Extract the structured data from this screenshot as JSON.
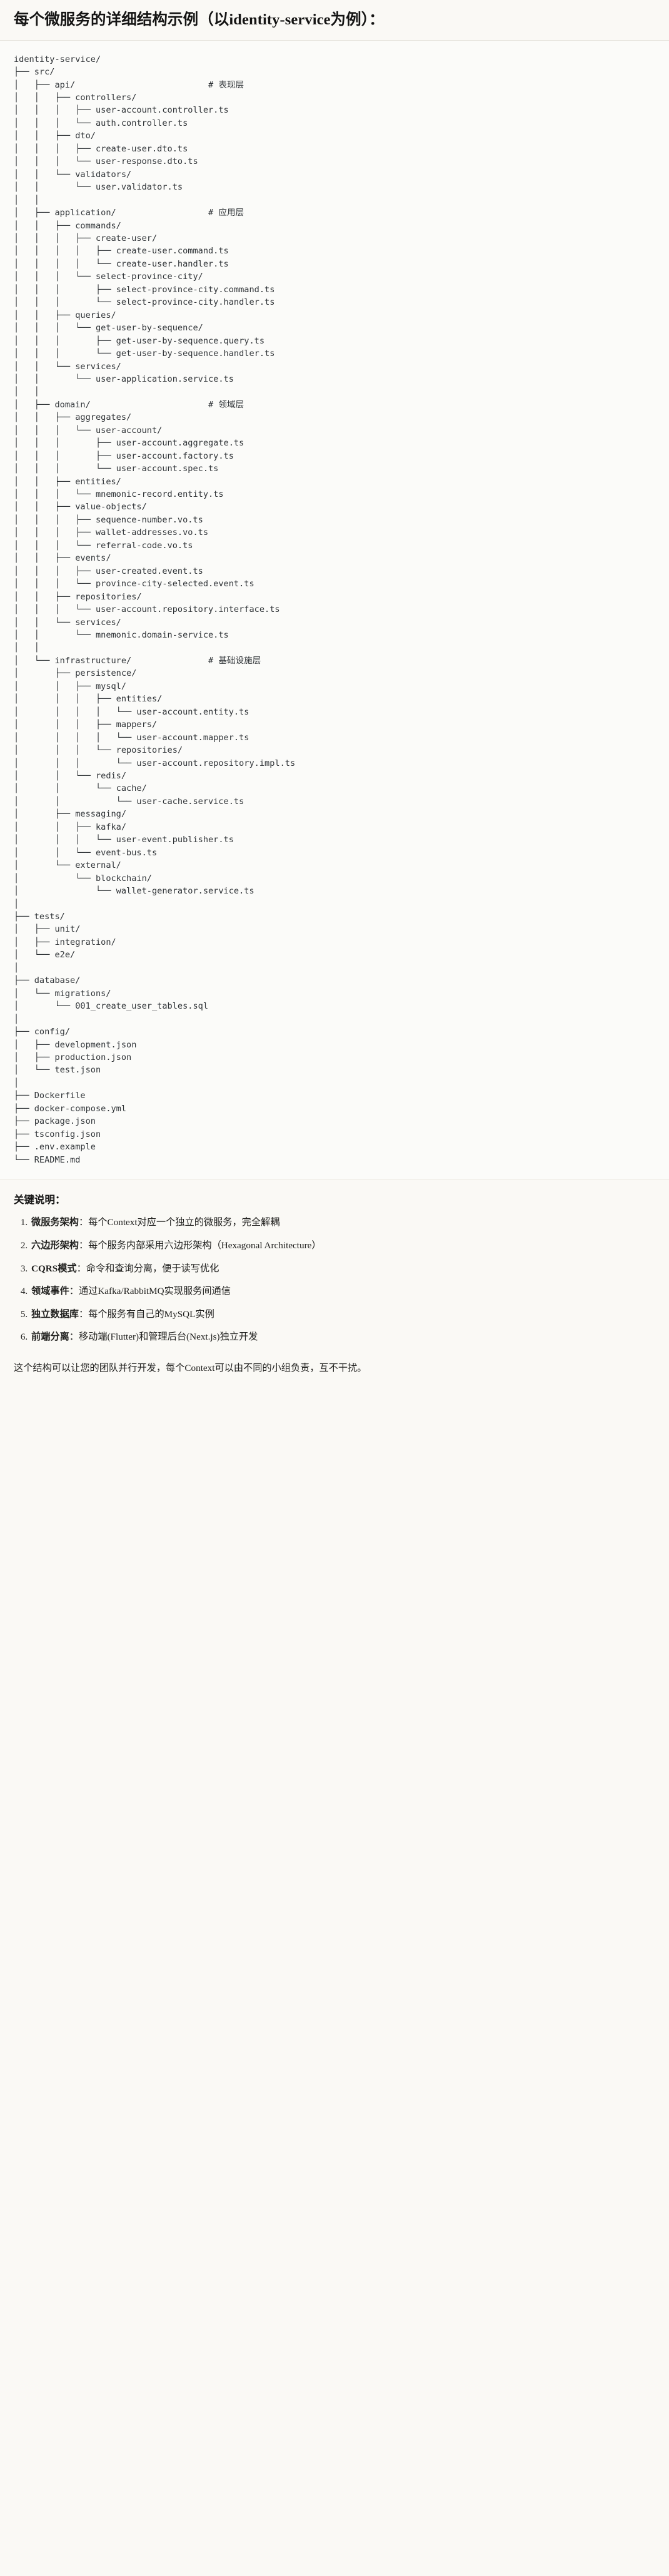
{
  "header": {
    "title": "每个微服务的详细结构示例（以identity-service为例）："
  },
  "tree": {
    "root": "identity-service/",
    "text": "identity-service/\n├── src/\n│   ├── api/                          # 表现层\n│   │   ├── controllers/\n│   │   │   ├── user-account.controller.ts\n│   │   │   └── auth.controller.ts\n│   │   ├── dto/\n│   │   │   ├── create-user.dto.ts\n│   │   │   └── user-response.dto.ts\n│   │   └── validators/\n│   │       └── user.validator.ts\n│   │\n│   ├── application/                  # 应用层\n│   │   ├── commands/\n│   │   │   ├── create-user/\n│   │   │   │   ├── create-user.command.ts\n│   │   │   │   └── create-user.handler.ts\n│   │   │   └── select-province-city/\n│   │   │       ├── select-province-city.command.ts\n│   │   │       └── select-province-city.handler.ts\n│   │   ├── queries/\n│   │   │   └── get-user-by-sequence/\n│   │   │       ├── get-user-by-sequence.query.ts\n│   │   │       └── get-user-by-sequence.handler.ts\n│   │   └── services/\n│   │       └── user-application.service.ts\n│   │\n│   ├── domain/                       # 领域层\n│   │   ├── aggregates/\n│   │   │   └── user-account/\n│   │   │       ├── user-account.aggregate.ts\n│   │   │       ├── user-account.factory.ts\n│   │   │       └── user-account.spec.ts\n│   │   ├── entities/\n│   │   │   └── mnemonic-record.entity.ts\n│   │   ├── value-objects/\n│   │   │   ├── sequence-number.vo.ts\n│   │   │   ├── wallet-addresses.vo.ts\n│   │   │   └── referral-code.vo.ts\n│   │   ├── events/\n│   │   │   ├── user-created.event.ts\n│   │   │   └── province-city-selected.event.ts\n│   │   ├── repositories/\n│   │   │   └── user-account.repository.interface.ts\n│   │   └── services/\n│   │       └── mnemonic.domain-service.ts\n│   │\n│   └── infrastructure/               # 基础设施层\n│       ├── persistence/\n│       │   ├── mysql/\n│       │   │   ├── entities/\n│       │   │   │   └── user-account.entity.ts\n│       │   │   ├── mappers/\n│       │   │   │   └── user-account.mapper.ts\n│       │   │   └── repositories/\n│       │   │       └── user-account.repository.impl.ts\n│       │   └── redis/\n│       │       └── cache/\n│       │           └── user-cache.service.ts\n│       ├── messaging/\n│       │   ├── kafka/\n│       │   │   └── user-event.publisher.ts\n│       │   └── event-bus.ts\n│       └── external/\n│           └── blockchain/\n│               └── wallet-generator.service.ts\n│\n├── tests/\n│   ├── unit/\n│   ├── integration/\n│   └── e2e/\n│\n├── database/\n│   └── migrations/\n│       └── 001_create_user_tables.sql\n│\n├── config/\n│   ├── development.json\n│   ├── production.json\n│   └── test.json\n│\n├── Dockerfile\n├── docker-compose.yml\n├── package.json\n├── tsconfig.json\n├── .env.example\n└── README.md",
    "comments": [
      "# 表现层",
      "# 应用层",
      "# 领域层",
      "# 基础设施层"
    ]
  },
  "notes": {
    "title": "关键说明：",
    "items": [
      {
        "term": "微服务架构",
        "sep": "：",
        "desc": "每个Context对应一个独立的微服务，完全解耦"
      },
      {
        "term": "六边形架构",
        "sep": "：",
        "desc": "每个服务内部采用六边形架构（Hexagonal Architecture）"
      },
      {
        "term": "CQRS模式",
        "sep": "：",
        "desc": "命令和查询分离，便于读写优化"
      },
      {
        "term": "领域事件",
        "sep": "：",
        "desc": "通过Kafka/RabbitMQ实现服务间通信"
      },
      {
        "term": "独立数据库",
        "sep": "：",
        "desc": "每个服务有自己的MySQL实例"
      },
      {
        "term": "前端分离",
        "sep": "：",
        "desc": "移动端(Flutter)和管理后台(Next.js)独立开发"
      }
    ]
  },
  "closing": {
    "text": "这个结构可以让您的团队并行开发，每个Context可以由不同的小组负责，互不干扰。"
  }
}
